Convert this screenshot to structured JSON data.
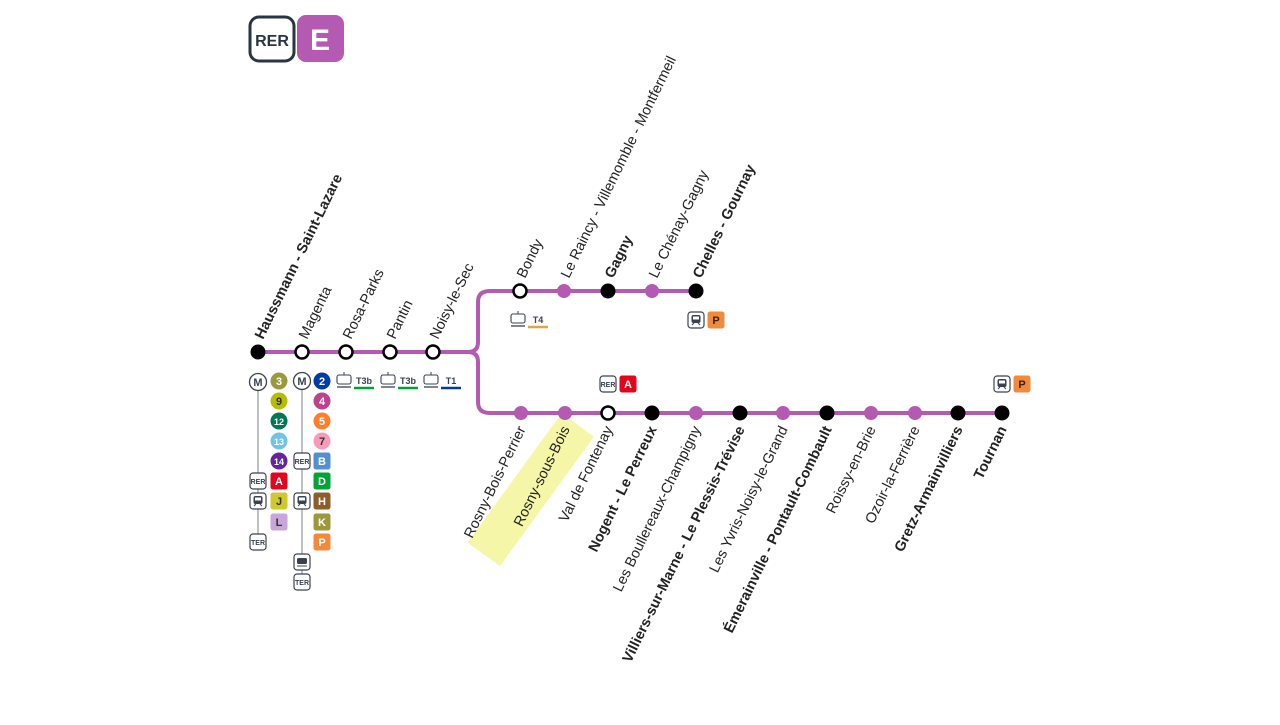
{
  "header": {
    "rer_label": "RER",
    "line_label": "E"
  },
  "colors": {
    "line": "#B45AB3",
    "major_station": "#000000",
    "highlight": "#F4F59A",
    "metro": {
      "3": "#9B993B",
      "9": "#B6BD00",
      "12": "#007852",
      "13": "#6EC4E8",
      "14": "#62259D",
      "2": "#003CA6",
      "4": "#BE418D",
      "5": "#FF7E2E",
      "7": "#FA9ABA"
    },
    "rer": {
      "A": "#E3051C",
      "B": "#5291CE",
      "D": "#00A436"
    },
    "transilien": {
      "J": "#CEC92C",
      "L": "#C9A6D9",
      "H": "#8D5E2A",
      "K": "#9B993B"
    },
    "tram": {
      "T3b": "#00A436",
      "T4": "#E8A33A",
      "T1": "#003CA6"
    },
    "parking": "#F28A3C"
  },
  "trunk_stations": [
    {
      "name": "Haussmann - Saint-Lazare",
      "bold": true,
      "dot": "black"
    },
    {
      "name": "Magenta",
      "bold": false,
      "dot": "hollow"
    },
    {
      "name": "Rosa-Parks",
      "bold": false,
      "dot": "hollow"
    },
    {
      "name": "Pantin",
      "bold": false,
      "dot": "hollow"
    },
    {
      "name": "Noisy-le-Sec",
      "bold": false,
      "dot": "hollow"
    }
  ],
  "chelles_branch": [
    {
      "name": "Bondy",
      "bold": false,
      "dot": "hollow"
    },
    {
      "name": "Le Raincy - Villemomble - Montfermeil",
      "bold": false,
      "dot": "line"
    },
    {
      "name": "Gagny",
      "bold": true,
      "dot": "black"
    },
    {
      "name": "Le Chénay-Gagny",
      "bold": false,
      "dot": "line"
    },
    {
      "name": "Chelles - Gournay",
      "bold": true,
      "dot": "black"
    }
  ],
  "tournan_branch": [
    {
      "name": "Rosny-Bois-Perrier",
      "bold": false,
      "dot": "line"
    },
    {
      "name": "Rosny-sous-Bois",
      "bold": false,
      "dot": "line",
      "highlighted": true
    },
    {
      "name": "Val de Fontenay",
      "bold": false,
      "dot": "hollow"
    },
    {
      "name": "Nogent - Le Perreux",
      "bold": true,
      "dot": "black"
    },
    {
      "name": "Les Boullereaux-Champigny",
      "bold": false,
      "dot": "line"
    },
    {
      "name": "Villiers-sur-Marne - Le Plessis-Trévise",
      "bold": true,
      "dot": "black"
    },
    {
      "name": "Les Yvris-Noisy-le-Grand",
      "bold": false,
      "dot": "line"
    },
    {
      "name": "Émerainville - Pontault-Combault",
      "bold": true,
      "dot": "black"
    },
    {
      "name": "Roissy-en-Brie",
      "bold": false,
      "dot": "line"
    },
    {
      "name": "Ozoir-la-Ferrière",
      "bold": false,
      "dot": "line"
    },
    {
      "name": "Gretz-Armainvilliers",
      "bold": true,
      "dot": "black"
    },
    {
      "name": "Tournan",
      "bold": true,
      "dot": "black"
    }
  ],
  "correspondences": {
    "haussmann": [
      {
        "type": "metro-icon",
        "label": "M"
      },
      {
        "type": "rer-icon",
        "label": "RER"
      },
      {
        "type": "train-icon",
        "label": "train"
      },
      {
        "type": "ter-icon",
        "label": "TER"
      }
    ],
    "haussmann_lines": [
      {
        "label": "3",
        "shape": "circle",
        "color_key": "metro.3"
      },
      {
        "label": "9",
        "shape": "circle",
        "color_key": "metro.9"
      },
      {
        "label": "12",
        "shape": "circle",
        "color_key": "metro.12"
      },
      {
        "label": "13",
        "shape": "circle",
        "color_key": "metro.13"
      },
      {
        "label": "14",
        "shape": "circle",
        "color_key": "metro.14"
      },
      {
        "label": "A",
        "shape": "square",
        "color_key": "rer.A"
      },
      {
        "label": "J",
        "shape": "square",
        "color_key": "transilien.J"
      },
      {
        "label": "L",
        "shape": "square",
        "color_key": "transilien.L"
      }
    ],
    "magenta": [
      {
        "type": "metro-icon",
        "label": "M"
      },
      {
        "type": "rer-icon",
        "label": "RER"
      },
      {
        "type": "train-icon",
        "label": "train"
      },
      {
        "type": "bus-icon",
        "label": "bus"
      },
      {
        "type": "ter-icon",
        "label": "TER"
      }
    ],
    "magenta_lines": [
      {
        "label": "2",
        "shape": "circle",
        "color_key": "metro.2"
      },
      {
        "label": "4",
        "shape": "circle",
        "color_key": "metro.4"
      },
      {
        "label": "5",
        "shape": "circle",
        "color_key": "metro.5"
      },
      {
        "label": "7",
        "shape": "circle",
        "color_key": "metro.7"
      },
      {
        "label": "B",
        "shape": "square",
        "color_key": "rer.B"
      },
      {
        "label": "D",
        "shape": "square",
        "color_key": "rer.D"
      },
      {
        "label": "H",
        "shape": "square",
        "color_key": "transilien.H"
      },
      {
        "label": "K",
        "shape": "square",
        "color_key": "transilien.K"
      },
      {
        "label": "P",
        "shape": "square",
        "color_key": "parking"
      }
    ],
    "tram_labels": {
      "rosa_parks": "T3b",
      "pantin": "T3b",
      "noisy": "T1",
      "bondy": "T4"
    },
    "chelles": {
      "parking": "P"
    },
    "val_de_fontenay": {
      "rer": "RER",
      "line": "A"
    },
    "tournan": {
      "parking": "P"
    }
  }
}
